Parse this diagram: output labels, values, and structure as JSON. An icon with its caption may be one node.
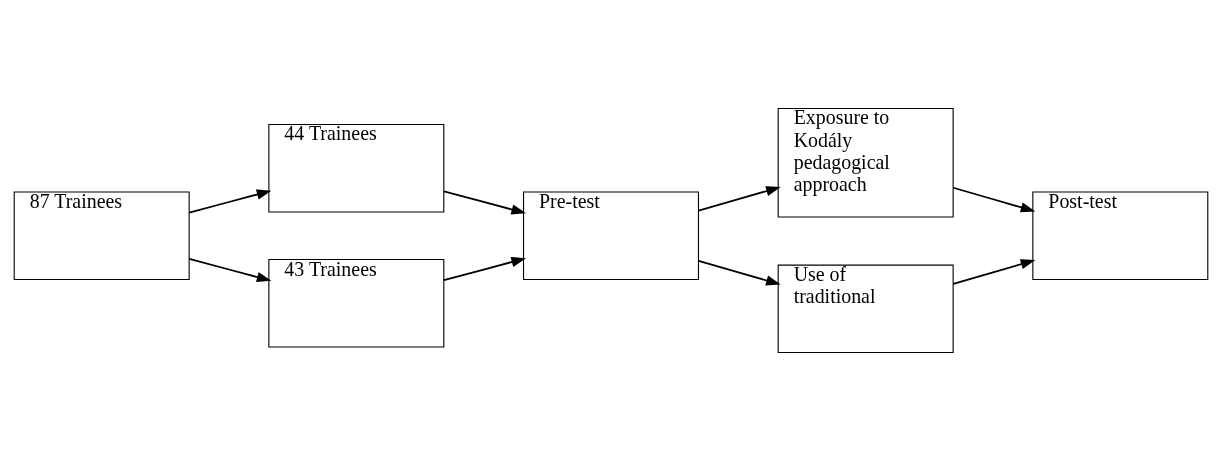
{
  "diagram": {
    "nodes": [
      {
        "text": [
          "87 Trainees"
        ]
      },
      {
        "text": [
          "44 Trainees"
        ]
      },
      {
        "text": [
          "43 Trainees"
        ]
      },
      {
        "text": [
          "Pre-test"
        ]
      },
      {
        "text": [
          "Exposure to Kodály pedagogical approach"
        ]
      },
      {
        "text": [
          "Use of traditional"
        ]
      },
      {
        "text": [
          "Post-test"
        ]
      }
    ],
    "edges": [
      {
        "from": 0,
        "to": 1,
        "arrow": "to"
      },
      {
        "from": 0,
        "to": 2,
        "arrow": "to"
      },
      {
        "from": 1,
        "to": 3,
        "arrow": "to"
      },
      {
        "from": 2,
        "to": 3,
        "arrow": "to"
      },
      {
        "from": 3,
        "to": 4,
        "arrow": "to"
      },
      {
        "from": 3,
        "to": 5,
        "arrow": "to"
      },
      {
        "from": 4,
        "to": 6,
        "arrow": "to"
      },
      {
        "from": 5,
        "to": 6,
        "arrow": "to"
      }
    ]
  }
}
